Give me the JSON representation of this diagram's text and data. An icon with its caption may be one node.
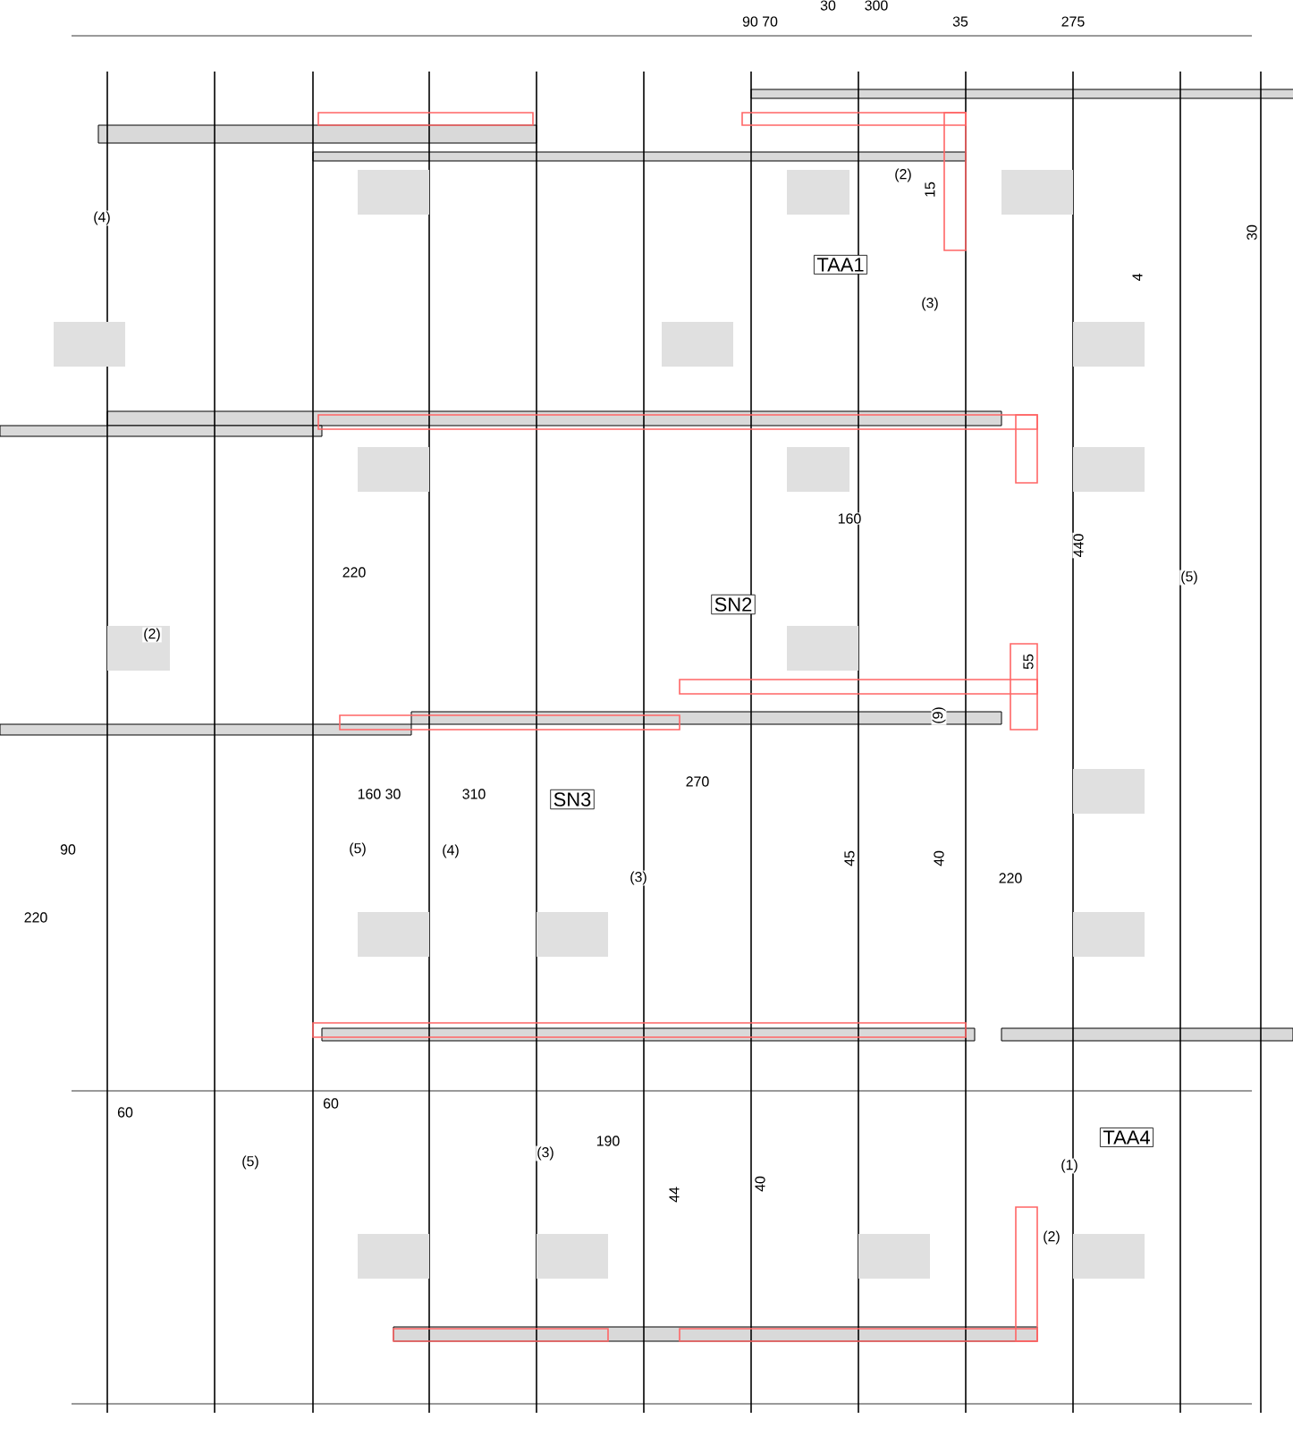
{
  "diagram": {
    "nodes": [
      {
        "text": [
          "TAA1"
        ]
      },
      {
        "text": [
          "SN2"
        ]
      },
      {
        "text": [
          "SN3"
        ]
      },
      {
        "text": [
          "TAA4"
        ]
      }
    ],
    "labels": [
      "90 70",
      "30",
      "300",
      "35",
      "275",
      "(2)",
      "15",
      "(3)",
      "4",
      "30",
      "160",
      "440",
      "(5)",
      "55",
      "(9)",
      "220",
      "(2)",
      "160 30",
      "310",
      "270",
      "(5)",
      "(4)",
      "(3)",
      "90",
      "220",
      "40",
      "220",
      "45",
      "(5)",
      "(3)",
      "190",
      "60",
      "60",
      "(1)",
      "(2)",
      "40",
      "44",
      "(4)"
    ]
  }
}
